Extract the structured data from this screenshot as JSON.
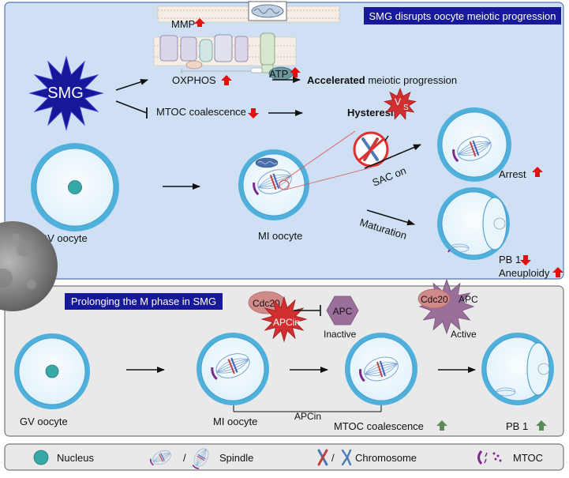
{
  "panel_top": {
    "title": "SMG disrupts oocyte meiotic progression",
    "smg": "SMG",
    "mmp": "MMP",
    "oxphos": "OXPHOS",
    "atp": "ATP",
    "accelerated_bold": "Accelerated",
    "accelerated_rest": " meiotic progression",
    "mtoc_coalescence": "MTOC coalescence",
    "hysteresis": "Hysteresis",
    "vs": "V",
    "vs_s": "S",
    "gv_oocyte": "GV oocyte",
    "mi_oocyte": "MI oocyte",
    "sac_on": "SAC on",
    "maturation": "Maturation",
    "arrest": "Arrest",
    "pb1": "PB 1",
    "aneuploidy": "Aneuploidy"
  },
  "panel_bottom": {
    "title": "Prolonging the M phase in SMG",
    "cdc20_a": "Cdc20",
    "apcin": "APCin",
    "apc_inactive": "APC",
    "inactive": "Inactive",
    "cdc20_b": "Cdc20",
    "apc_active": "APC",
    "active": "Active",
    "gv_oocyte": "GV oocyte",
    "mi_oocyte": "MI oocyte",
    "apcin_bracket": "APCin",
    "mtoc_coalescence": "MTOC coalescence",
    "pb1": "PB 1"
  },
  "legend": {
    "nucleus": "Nucleus",
    "slash1": "/",
    "spindle": "Spindle",
    "slash2": "/",
    "chromosome": "Chromosome",
    "mtoc": "MTOC"
  },
  "colors": {
    "top_panel_bg": "#cfe0f5",
    "bottom_panel_bg": "#e9e9e9",
    "title_bg": "#18189a",
    "smg_star": "#17179a",
    "oocyte_ring": "#4fb0dc",
    "nucleus": "#36a8a8",
    "red_arrow": "#e01010",
    "green_arrow": "#5a8a5a",
    "cdc20": "#d08a8a",
    "apc": "#9a6f9a",
    "apcin_star": "#d03030"
  }
}
